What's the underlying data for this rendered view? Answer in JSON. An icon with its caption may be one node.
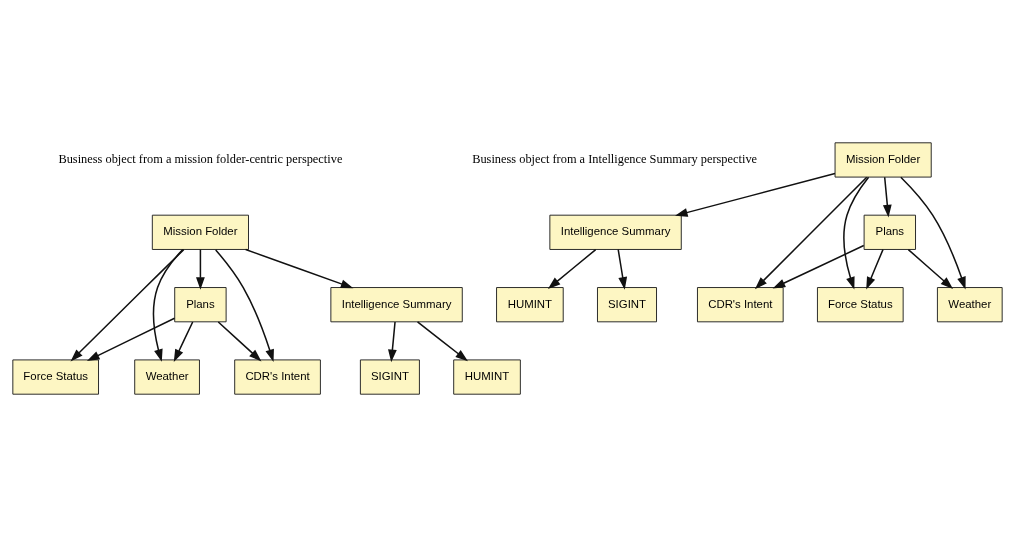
{
  "diagram": {
    "nodes": [
      {
        "text": [
          "Mission Folder"
        ]
      },
      {
        "text": [
          "Force Status"
        ]
      },
      {
        "text": [
          "Intelligence Summary"
        ]
      },
      {
        "text": [
          "Weather"
        ]
      },
      {
        "text": [
          "CDR's Intent"
        ]
      },
      {
        "text": [
          "Plans"
        ]
      },
      {
        "text": [
          "HUMINT"
        ]
      },
      {
        "text": [
          "SIGINT"
        ]
      },
      {
        "text": [
          "Intelligence Summary"
        ]
      },
      {
        "text": [
          "Mission Folder"
        ]
      },
      {
        "text": [
          "CDR's Intent"
        ]
      },
      {
        "text": [
          "SIGINT"
        ]
      },
      {
        "text": [
          "HUMINT"
        ]
      },
      {
        "text": [
          "Force Status"
        ]
      },
      {
        "text": [
          "Weather"
        ]
      },
      {
        "text": [
          "Plans"
        ]
      }
    ],
    "edges": [
      {
        "from": 0,
        "to": 2,
        "arrow": "to"
      },
      {
        "from": 0,
        "to": 4,
        "arrow": "to"
      },
      {
        "from": 0,
        "to": 3,
        "arrow": "to"
      },
      {
        "from": 0,
        "to": 5,
        "arrow": "to"
      },
      {
        "from": 0,
        "to": 1,
        "arrow": "to"
      },
      {
        "from": 5,
        "to": 1,
        "arrow": "to"
      },
      {
        "from": 5,
        "to": 3,
        "arrow": "to"
      },
      {
        "from": 5,
        "to": 4,
        "arrow": "to"
      },
      {
        "from": 2,
        "to": 6,
        "arrow": "to"
      },
      {
        "from": 2,
        "to": 7,
        "arrow": "to"
      },
      {
        "from": 9,
        "to": 8,
        "arrow": "to"
      },
      {
        "from": 8,
        "to": 11,
        "arrow": "to"
      },
      {
        "from": 8,
        "to": 12,
        "arrow": "to"
      },
      {
        "from": 9,
        "to": 10,
        "arrow": "to"
      },
      {
        "from": 9,
        "to": 13,
        "arrow": "to"
      },
      {
        "from": 9,
        "to": 14,
        "arrow": "to"
      },
      {
        "from": 9,
        "to": 15,
        "arrow": "to"
      },
      {
        "from": 15,
        "to": 13,
        "arrow": "to"
      },
      {
        "from": 15,
        "to": 10,
        "arrow": "to"
      },
      {
        "from": 15,
        "to": 14,
        "arrow": "to"
      }
    ],
    "labels": [
      "Business object from a mission folder-centric perspective",
      "Business object from a Intelligence Summary perspective"
    ]
  }
}
